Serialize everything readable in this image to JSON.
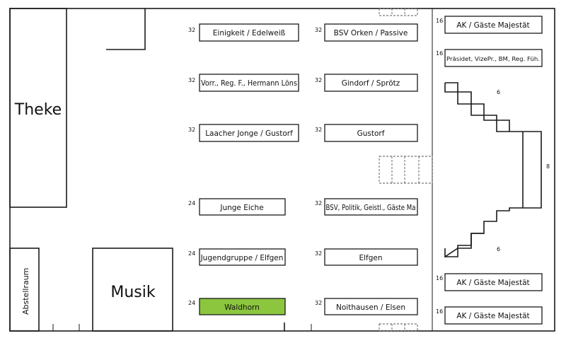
{
  "rooms": {
    "bar": "Theke",
    "storage": "Abstellraum",
    "music": "Musik"
  },
  "tables_left": [
    {
      "name": "Einigkeit / Edelweiß",
      "capacity": "32"
    },
    {
      "name": "Vorr., Reg. F., Hermann Löns",
      "capacity": "32"
    },
    {
      "name": "Laacher Jonge / Gustorf",
      "capacity": "32"
    },
    {
      "name": "Junge Eiche",
      "capacity": "24"
    },
    {
      "name": "Jugendgruppe / Elfgen",
      "capacity": "24"
    },
    {
      "name": "Waldhorn",
      "capacity": "24",
      "highlight": "#8cc63f"
    }
  ],
  "tables_mid": [
    {
      "name": "BSV Orken / Passive",
      "capacity": "32"
    },
    {
      "name": "Gindorf / Sprötz",
      "capacity": "32"
    },
    {
      "name": "Gustorf",
      "capacity": "32"
    },
    {
      "name": "BSV, Politik, Geistl., Gäste Ma",
      "capacity": "32"
    },
    {
      "name": "Elfgen",
      "capacity": "32"
    },
    {
      "name": "Noithausen / Elsen",
      "capacity": "32"
    }
  ],
  "tables_right": [
    {
      "name": "AK / Gäste Majestät",
      "capacity": "16"
    },
    {
      "name": "Präsidet, VizePr., BM, Reg. Füh.",
      "capacity": "16"
    },
    {
      "name": "AK / Gäste Majestät",
      "capacity": "16"
    },
    {
      "name": "AK / Gäste Majestät",
      "capacity": "16"
    }
  ],
  "stage": {
    "top_label": "6",
    "side_label": "8",
    "bottom_label": "6"
  }
}
